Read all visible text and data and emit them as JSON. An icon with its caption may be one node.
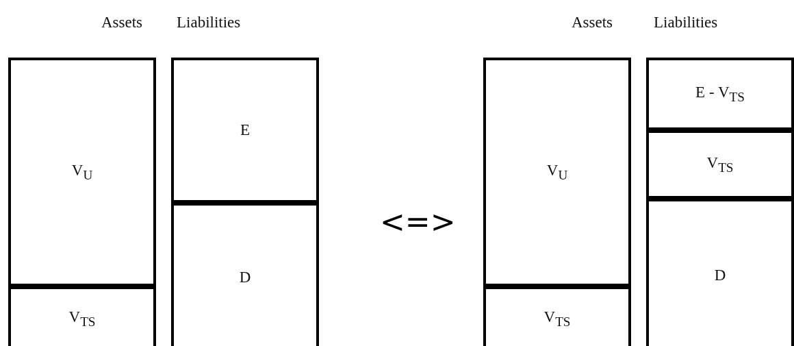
{
  "diagram": {
    "nodes": [
      {
        "text": [
          "V$_{U}$"
        ]
      },
      {
        "text": [
          "V$_{TS}$"
        ]
      },
      {
        "text": [
          "E"
        ]
      },
      {
        "text": [
          "D"
        ]
      },
      {
        "text": [
          "V$_{U}$"
        ]
      },
      {
        "text": [
          "V$_{TS}$"
        ]
      },
      {
        "text": [
          "E - V$_{TS}$"
        ]
      },
      {
        "text": [
          "V$_{TS}$"
        ]
      },
      {
        "text": [
          "D"
        ]
      }
    ],
    "labels": [
      "Assets",
      "Liabilities",
      "Assets",
      "Liabilities",
      "<=>"
    ]
  }
}
